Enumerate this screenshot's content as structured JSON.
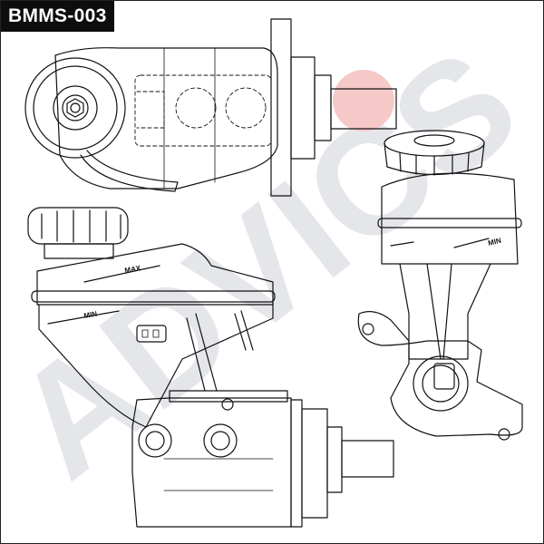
{
  "part_number": "BMMS-003",
  "watermark": "ADVICS",
  "reservoir_marks": {
    "max": "MAX",
    "min": "MIN"
  },
  "colors": {
    "label_background": "#0d0d0d",
    "label_text": "#ffffff",
    "line": "#111111",
    "watermark": "#e4e6ea",
    "watermark_accent": "#f6c9c9"
  }
}
